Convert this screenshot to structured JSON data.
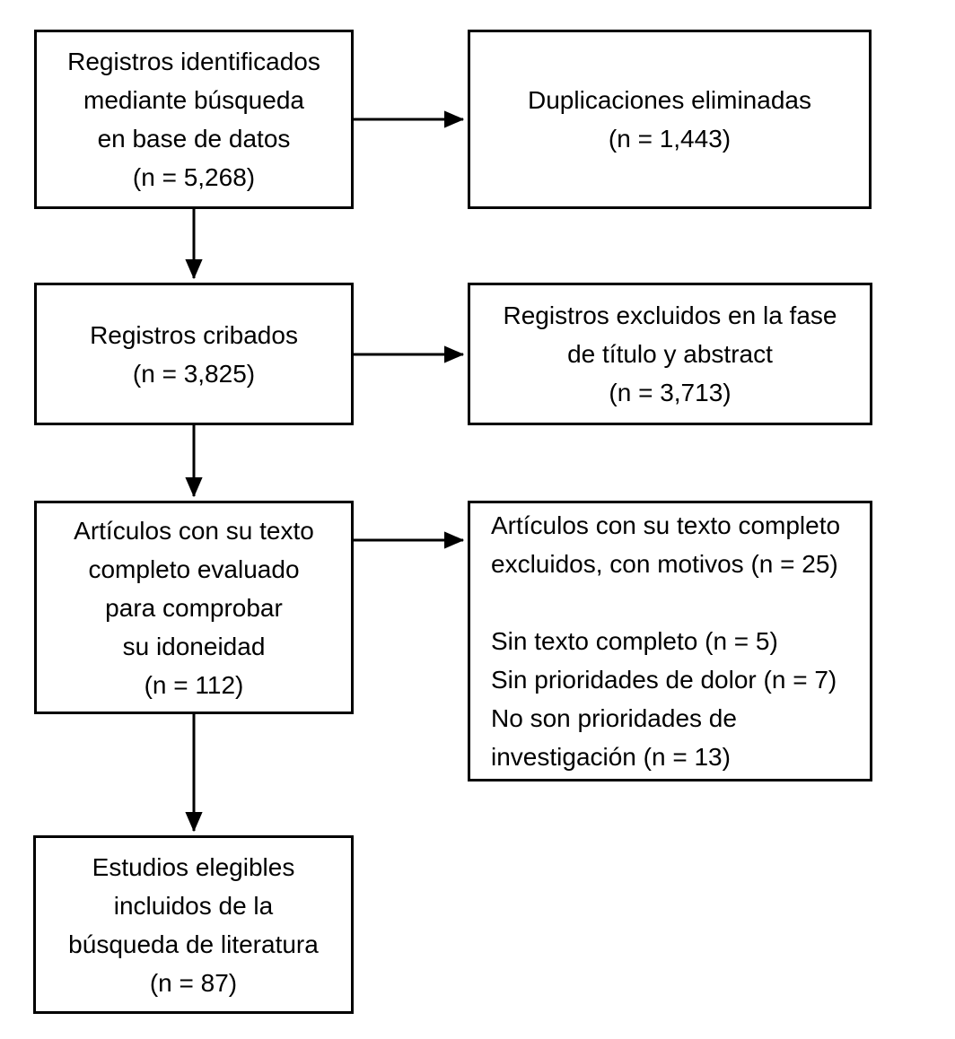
{
  "page": {
    "background_color": "#ffffff",
    "line_color": "#000000",
    "text_color": "#000000"
  },
  "flowchart": {
    "type": "prisma-flow-diagram",
    "language": "es",
    "boxes": [
      {
        "id": "identified",
        "text": "Registros identificados\nmediante búsqueda\nen base de datos\n(n = 5,268)"
      },
      {
        "id": "duplicates-removed",
        "text": "Duplicaciones eliminadas\n(n = 1,443)"
      },
      {
        "id": "screened",
        "text": "Registros cribados\n(n = 3,825)"
      },
      {
        "id": "excluded-title-abstract",
        "text": "Registros excluidos en la fase\nde título y abstract\n(n = 3,713)"
      },
      {
        "id": "fulltext-assessed",
        "text": "Artículos con su texto\ncompleto evaluado\npara comprobar\nsu idoneidad\n(n = 112)"
      },
      {
        "id": "fulltext-excluded",
        "text": "Artículos con su texto completo\nexcluidos, con motivos (n = 25)\n\nSin texto completo (n = 5)\nSin prioridades de dolor (n = 7)\nNo son prioridades de\ninvestigación (n = 13)"
      },
      {
        "id": "included",
        "text": "Estudios elegibles\nincluidos de la\nbúsqueda de literatura\n(n = 87)"
      }
    ],
    "counts": {
      "identified": "5,268",
      "duplicates_removed": "1,443",
      "screened": "3,825",
      "excluded_title_abstract": "3,713",
      "fulltext_assessed": "112",
      "fulltext_excluded_total": "25",
      "no_fulltext": "5",
      "no_pain_priorities": "7",
      "not_research_priorities": "13",
      "included": "87"
    },
    "edges": [
      {
        "from": "identified",
        "to": "duplicates-removed",
        "direction": "right"
      },
      {
        "from": "identified",
        "to": "screened",
        "direction": "down"
      },
      {
        "from": "screened",
        "to": "excluded-title-abstract",
        "direction": "right"
      },
      {
        "from": "screened",
        "to": "fulltext-assessed",
        "direction": "down"
      },
      {
        "from": "fulltext-assessed",
        "to": "fulltext-excluded",
        "direction": "right"
      },
      {
        "from": "fulltext-assessed",
        "to": "included",
        "direction": "down"
      }
    ]
  }
}
